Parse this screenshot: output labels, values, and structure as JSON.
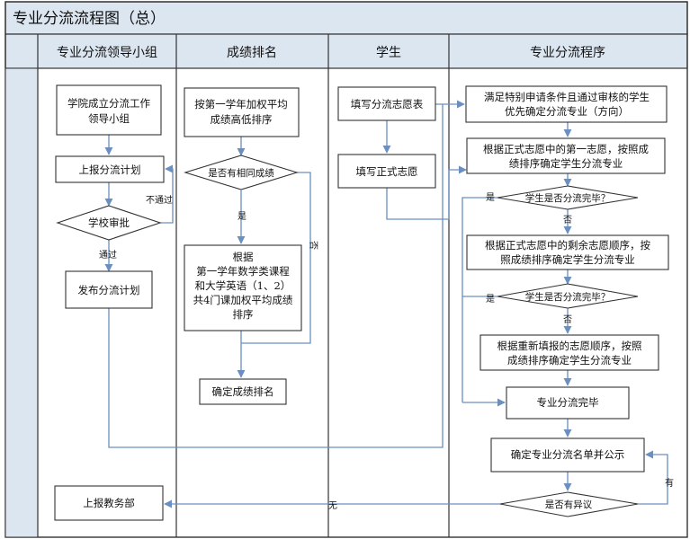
{
  "title": "专业分流流程图（总）",
  "lanes": {
    "leader": "专业分流领导小组",
    "ranking": "成绩排名",
    "student": "学生",
    "procedure": "专业分流程序"
  },
  "leader": {
    "establish": [
      "学院成立分流工作",
      "领导小组"
    ],
    "report_plan": "上报分流计划",
    "approve": "学校审批",
    "publish": "发布分流计划",
    "report_office": "上报教务部"
  },
  "ranking": {
    "first_year": [
      "按第一学年加权平均",
      "成绩高低排序"
    ],
    "same_score": "是否有相同成绩",
    "by_courses": [
      "根据",
      "第一学年数学类课程",
      "和大学英语（1、2）",
      "共4门课加权平均成绩",
      "排序"
    ],
    "confirm": "确定成绩排名"
  },
  "student": {
    "fill_wish": "填写分流志愿表",
    "fill_formal": "填写正式志愿"
  },
  "procedure": {
    "special": [
      "满足特别申请条件且通过审核的学生",
      "优先确定分流专业（方向）"
    ],
    "first_choice": [
      "根据正式志愿中的第一志愿，按照成",
      "绩排序确定学生分流专业"
    ],
    "done_q1": "学生是否分流完毕？",
    "rest_choice": [
      "根据正式志愿中的剩余志愿顺序，按",
      "照成绩排序确定学生分流专业"
    ],
    "done_q2": "学生是否分流完毕？",
    "refill": [
      "根据重新填报的志愿顺序，按照",
      "成绩排序确定学生分流专业"
    ],
    "complete": "专业分流完毕",
    "publicize": "确定专业分流名单并公示",
    "objection": "是否有异议"
  },
  "labels": {
    "fail": "不通过",
    "pass": "通过",
    "yes": "是",
    "no": "否",
    "has": "有",
    "none": "无"
  }
}
